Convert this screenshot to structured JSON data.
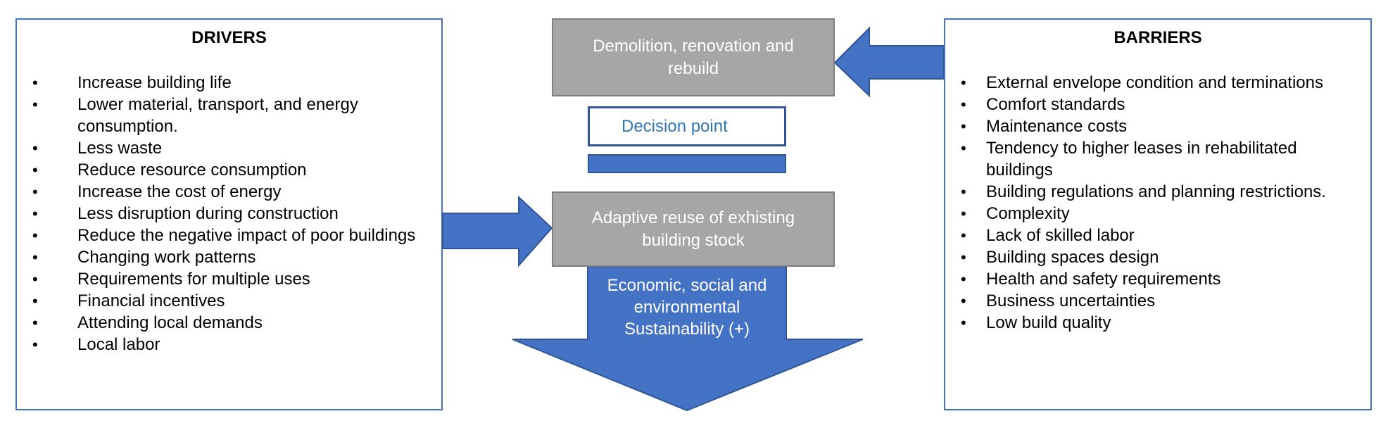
{
  "drivers": {
    "title": "DRIVERS",
    "items": [
      "Increase building life",
      "Lower material, transport, and energy consumption.",
      "Less waste",
      "Reduce resource consumption",
      "Increase the cost of energy",
      "Less disruption during construction",
      "Reduce the negative impact of poor buildings",
      "Changing work patterns",
      "Requirements for multiple uses",
      "Financial incentives",
      "Attending local demands",
      "Local labor"
    ]
  },
  "barriers": {
    "title": "BARRIERS",
    "items": [
      "External envelope condition and terminations",
      "Comfort standards",
      "Maintenance costs",
      "Tendency to higher leases in rehabilitated buildings",
      "Building regulations and planning restrictions.",
      "Complexity",
      "Lack of skilled labor",
      "Building spaces design",
      "Health and safety requirements",
      "Business uncertainties",
      "Low build quality"
    ]
  },
  "center": {
    "demolition_label": "Demolition, renovation and rebuild",
    "decision_label": "Decision point",
    "reuse_label": "Adaptive reuse of exhisting building stock",
    "sustainability_label": "Economic, social and environmental Sustainability (+)"
  },
  "colors": {
    "accent_blue": "#4472c4",
    "dark_blue": "#2f5597",
    "gray_box": "#a6a6a6",
    "decision_text": "#2e75b6"
  }
}
